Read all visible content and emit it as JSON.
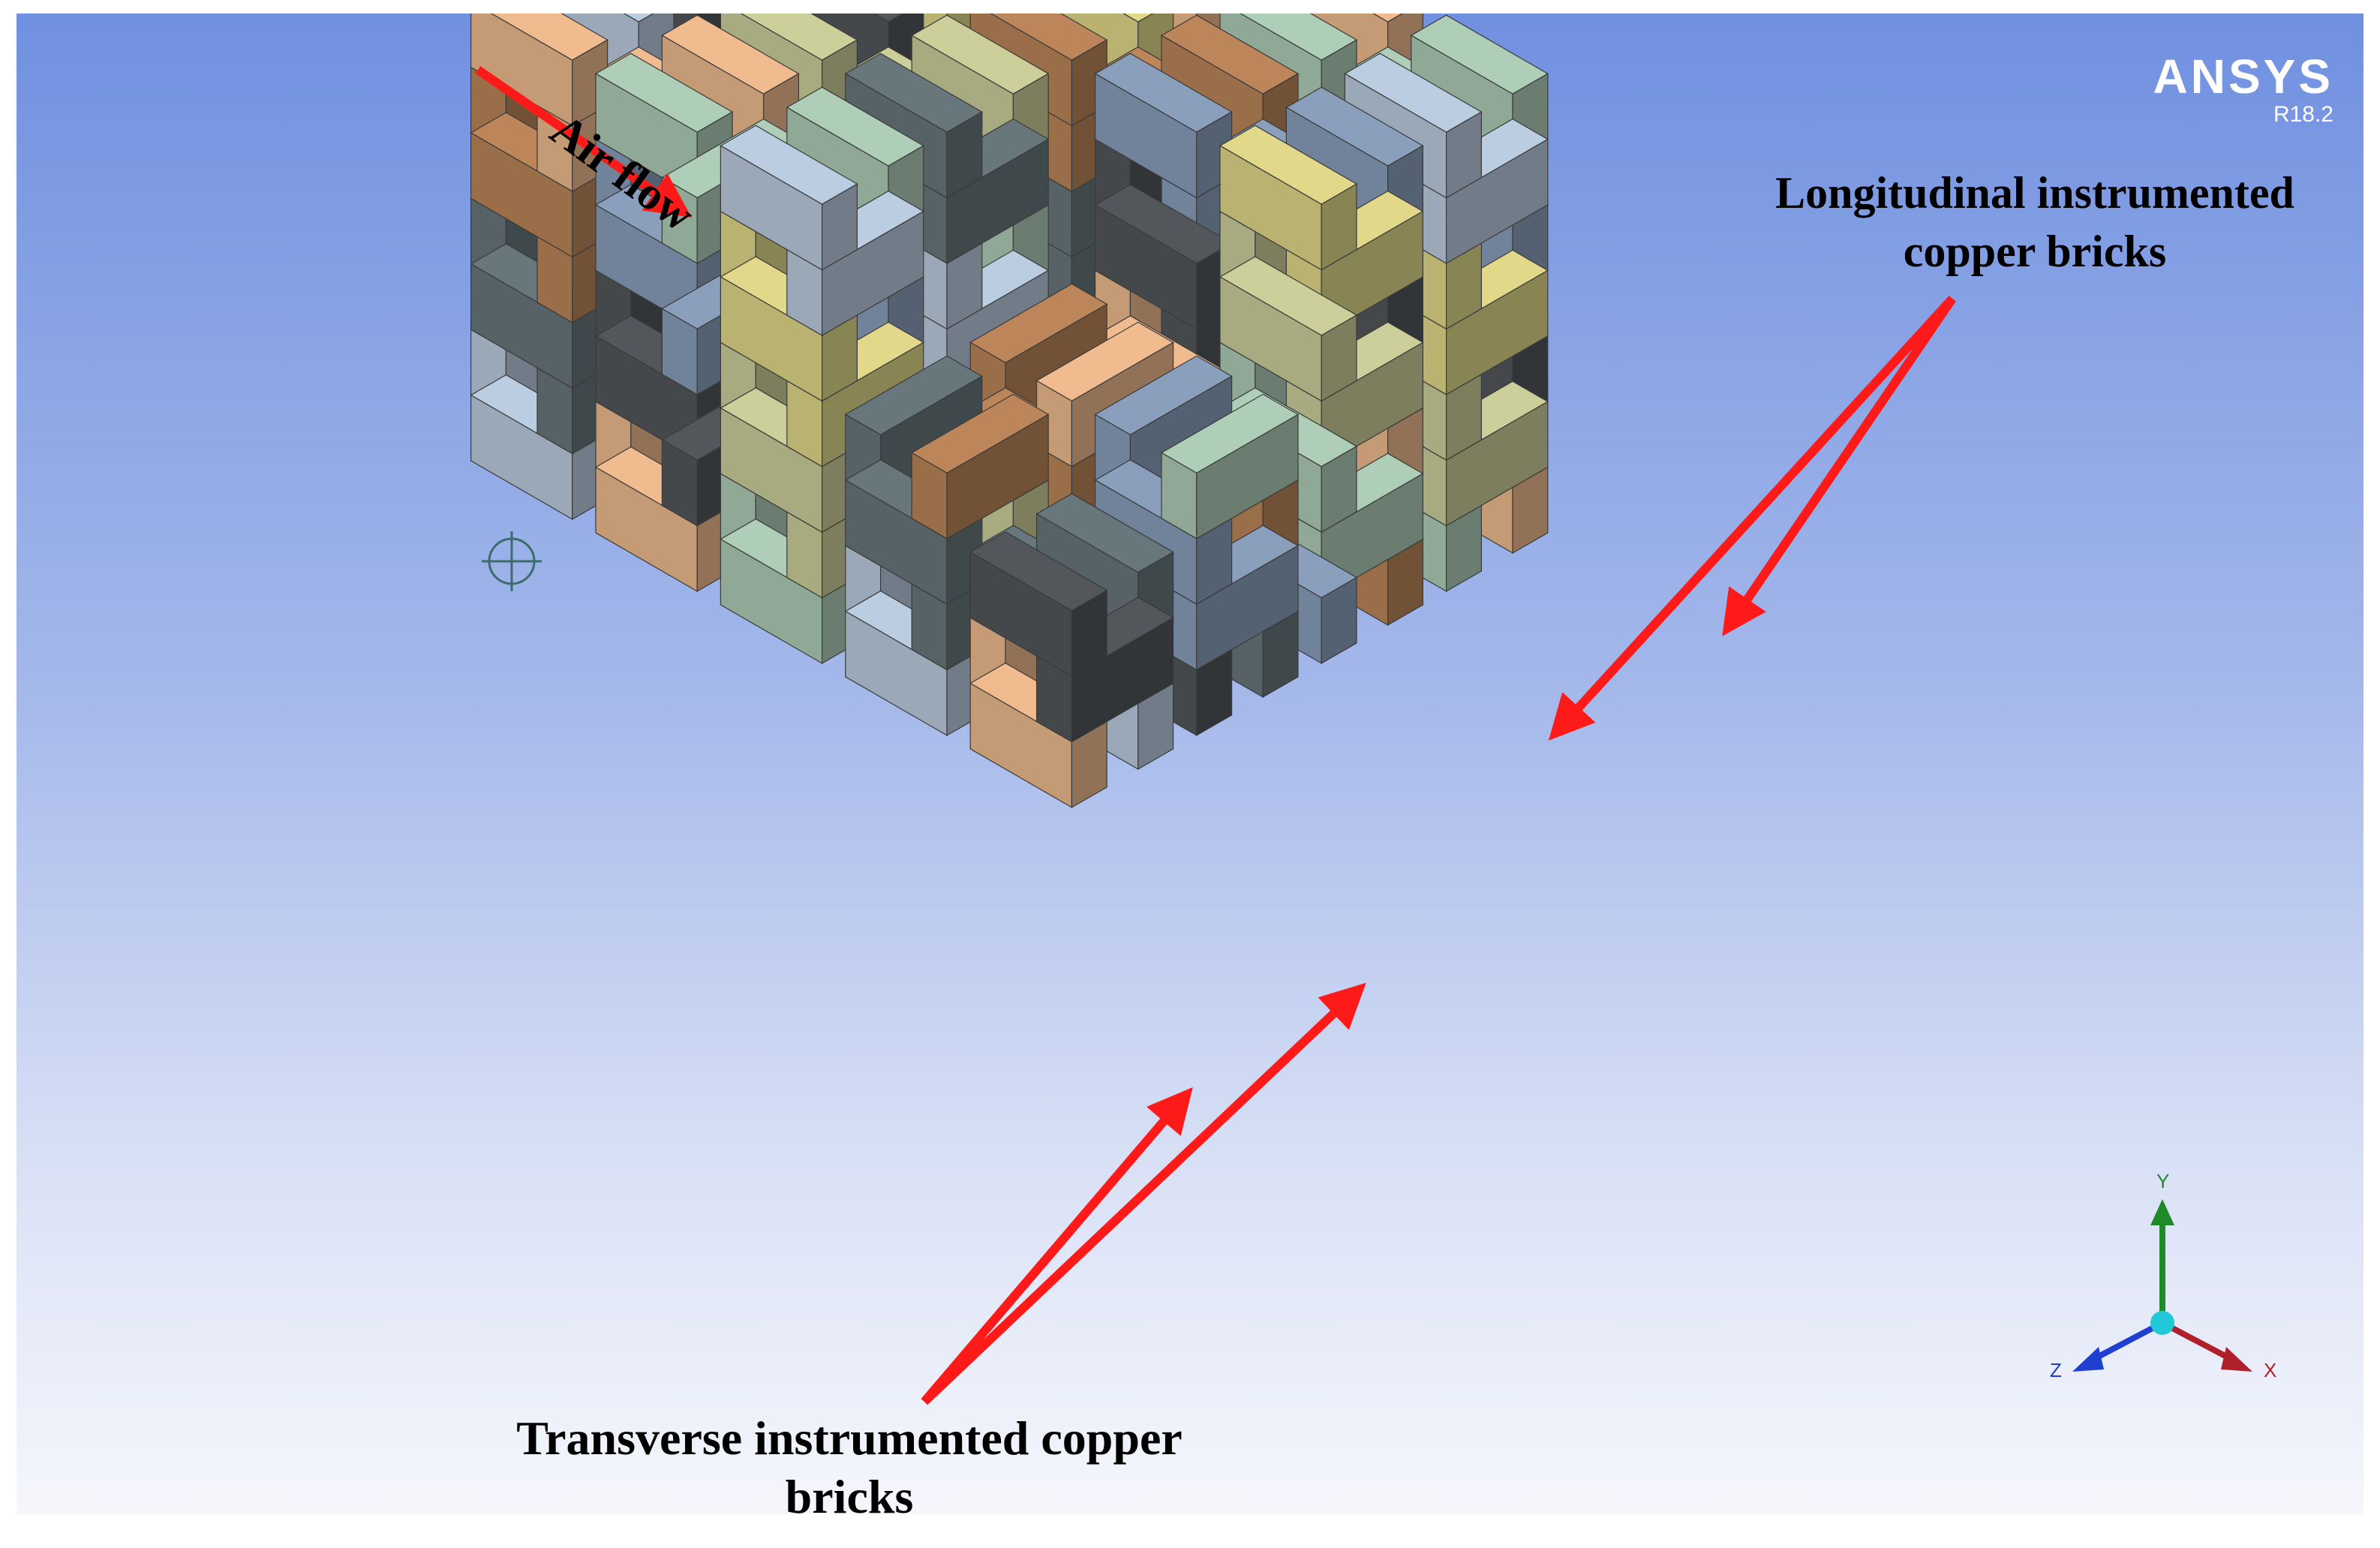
{
  "branding": {
    "product": "ANSYS",
    "version": "R18.2"
  },
  "annotations": {
    "air_flow": "Air flow",
    "longitudinal": [
      "Longitudinal instrumented",
      "copper bricks"
    ],
    "transverse": [
      "Transverse instrumented copper",
      "bricks"
    ]
  },
  "triad": {
    "x_label": "X",
    "y_label": "Y",
    "z_label": "Z",
    "colors": {
      "x": "#b0202a",
      "y": "#1e8a28",
      "z": "#1f3fd0",
      "origin": "#22c8d8"
    }
  },
  "colors": {
    "arrow": "#ff1a1a",
    "background_top": "#7090e0",
    "background_bottom": "#f6f7fc",
    "brick_palette": [
      "#a7b7c8",
      "#b7b98a",
      "#7a8ea8",
      "#d6a880",
      "#5d6a6e",
      "#c9c27a",
      "#9cb8a4",
      "#4a4e52",
      "#a87850"
    ]
  }
}
